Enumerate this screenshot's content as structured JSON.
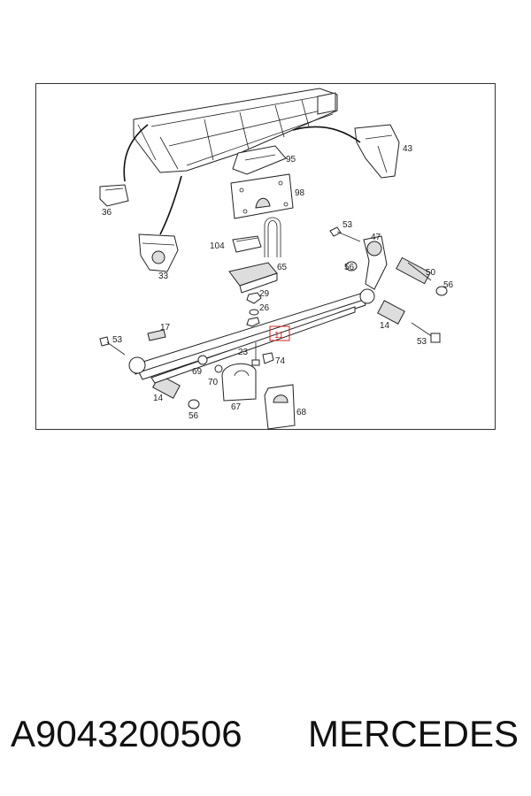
{
  "diagram": {
    "callouts": {
      "c43": "43",
      "c95": "95",
      "c98": "98",
      "c36": "36",
      "c104": "104",
      "c53a": "53",
      "c47": "47",
      "c56a": "56",
      "c50": "50",
      "c56b": "56",
      "c33": "33",
      "c65": "65",
      "c29": "29",
      "c26": "26",
      "c14a": "14",
      "c17": "17",
      "c11": "11",
      "c53b": "53",
      "c53c": "53",
      "c23": "23",
      "c74": "74",
      "c69": "69",
      "c70": "70",
      "c14b": "14",
      "c67": "67",
      "c68": "68",
      "c56c": "56"
    },
    "highlight_color": "#d22222"
  },
  "caption": {
    "part_number": "A9043200506",
    "brand": "MERCEDES"
  }
}
